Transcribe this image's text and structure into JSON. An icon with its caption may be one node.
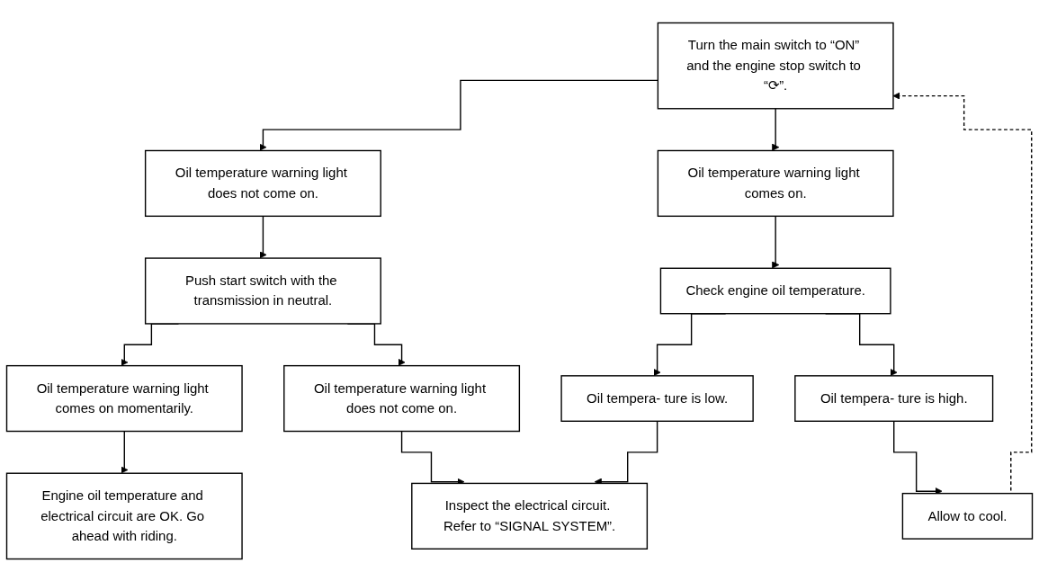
{
  "diagram": {
    "nodes": [
      {
        "text": [
          "Turn the main switch to “ON” and the engine stop switch to “⟳”."
        ]
      },
      {
        "text": [
          "Oil temperature warning light does not come on."
        ]
      },
      {
        "text": [
          "Oil temperature warning light comes on."
        ]
      },
      {
        "text": [
          "Push start switch with the transmission in neutral."
        ]
      },
      {
        "text": [
          "Check engine oil temperature."
        ]
      },
      {
        "text": [
          "Oil temperature warning light comes on momentarily."
        ]
      },
      {
        "text": [
          "Oil temperature warning light does not come on."
        ]
      },
      {
        "text": [
          "Oil tempera- ture is low."
        ]
      },
      {
        "text": [
          "Oil tempera- ture is high."
        ]
      },
      {
        "text": [
          "Engine oil temperature and electrical circuit are OK. Go ahead with riding."
        ]
      },
      {
        "text": [
          "Inspect the electrical circuit. Refer to “SIGNAL SYSTEM”."
        ]
      },
      {
        "text": [
          "Allow to cool."
        ]
      }
    ],
    "edges": [
      {
        "from": 0,
        "to": 1,
        "arrow": "to"
      },
      {
        "from": 0,
        "to": 2,
        "arrow": "to"
      },
      {
        "from": 1,
        "to": 3,
        "arrow": "to"
      },
      {
        "from": 2,
        "to": 4,
        "arrow": "to"
      },
      {
        "from": 3,
        "to": 5,
        "arrow": "to"
      },
      {
        "from": 3,
        "to": 6,
        "arrow": "to"
      },
      {
        "from": 4,
        "to": 7,
        "arrow": "to"
      },
      {
        "from": 4,
        "to": 8,
        "arrow": "to"
      },
      {
        "from": 5,
        "to": 9,
        "arrow": "to"
      },
      {
        "from": 6,
        "to": 10,
        "arrow": "to"
      },
      {
        "from": 7,
        "to": 10,
        "arrow": "to"
      },
      {
        "from": 8,
        "to": 11,
        "arrow": "to"
      },
      {
        "from": 11,
        "to": 0,
        "arrow": "to",
        "style": "dashed"
      }
    ]
  }
}
